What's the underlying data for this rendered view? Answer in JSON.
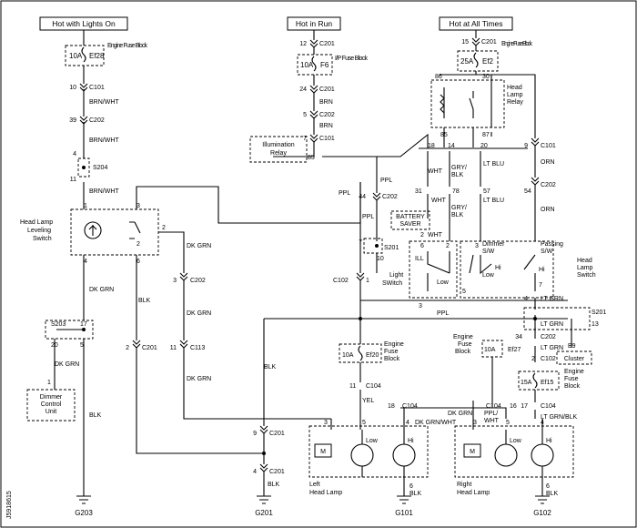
{
  "headers": {
    "lights_on": "Hot with Lights On",
    "run": "Hot in Run",
    "all_times": "Hot at All Times"
  },
  "fuses": {
    "ef28": {
      "amp": "10A",
      "id": "Ef28",
      "name": "Engine Fuse Block"
    },
    "f6": {
      "amp": "10A",
      "id": "F6",
      "name": "I/P Fuse Block"
    },
    "ef2": {
      "amp": "25A",
      "id": "Ef2",
      "name": "Engine Fuse Block"
    },
    "ef20": {
      "amp": "10A",
      "id": "Ef20",
      "name": "Engine Fuse Block"
    },
    "ef27": {
      "amp": "10A",
      "id": "Ef27",
      "name": "Engine Fuse Block"
    },
    "ef15": {
      "amp": "15A",
      "id": "Ef15",
      "name": "Engine Fuse Block"
    }
  },
  "components": {
    "leveling_switch": "Head Lamp Leveling Switch",
    "illumination_relay": "Illumination Relay",
    "head_lamp_relay": "Head Lamp Relay",
    "battery_saver": "BATTERY SAVER",
    "light_switch": "Light SWitch",
    "light_switch_ill": "ILL",
    "light_switch_low": "Low",
    "dimmer_sw": "Dimmer S/W",
    "passing_sw": "Passing S/W",
    "head_lamp_switch": "Head Lamp Switch",
    "dimmer_low": "Low",
    "dimmer_hi": "Hi",
    "passing_hi": "Hi",
    "dimmer_control": "Dimmer Control Unit",
    "cluster_pin": "B9",
    "cluster": "Cluster",
    "left_lamp": "Left Head Lamp",
    "right_lamp": "Right Head Lamp",
    "lamp_low": "Low",
    "lamp_hi": "Hi",
    "motor": "M"
  },
  "connectors": {
    "c201": "C201",
    "c101": "C101",
    "c202": "C202",
    "c102": "C102",
    "c104": "C104",
    "c113": "C113",
    "s204": "S204",
    "s203": "S203",
    "s201": "S201"
  },
  "wires": {
    "brn_wht": "BRN/WHT",
    "brn": "BRN",
    "ppl": "PPL",
    "wht": "WHT",
    "gry_blk": "GRY/ BLK",
    "lt_blu": "LT BLU",
    "orn": "ORN",
    "dk_grn": "DK GRN",
    "blk": "BLK",
    "lt_grn": "LT GRN",
    "yel": "YEL",
    "dk_grn_wht": "DK GRN/WHT",
    "ppl_wht": "PPL/ WHT",
    "lt_grn_blk": "LT GRN/BLK"
  },
  "grounds": {
    "g203": "G203",
    "g201": "G201",
    "g101": "G101",
    "g102": "G102"
  },
  "pins": {
    "p1": "1",
    "p2": "2",
    "p3": "3",
    "p4": "4",
    "p5": "5",
    "p6": "6",
    "p7": "7",
    "p8": "8",
    "p9": "9",
    "p10": "10",
    "p11": "11",
    "p12": "12",
    "p13": "13",
    "p14": "14",
    "p15": "15",
    "p16": "16",
    "p17": "17",
    "p18": "18",
    "p20": "20",
    "p24": "24",
    "p30": "30",
    "p31": "31",
    "p34": "34",
    "p39": "39",
    "p44": "44",
    "p54": "54",
    "p57": "57",
    "p78": "78",
    "p85": "85",
    "p86": "86",
    "p87": "87"
  },
  "footer": {
    "code": "J5918615"
  }
}
